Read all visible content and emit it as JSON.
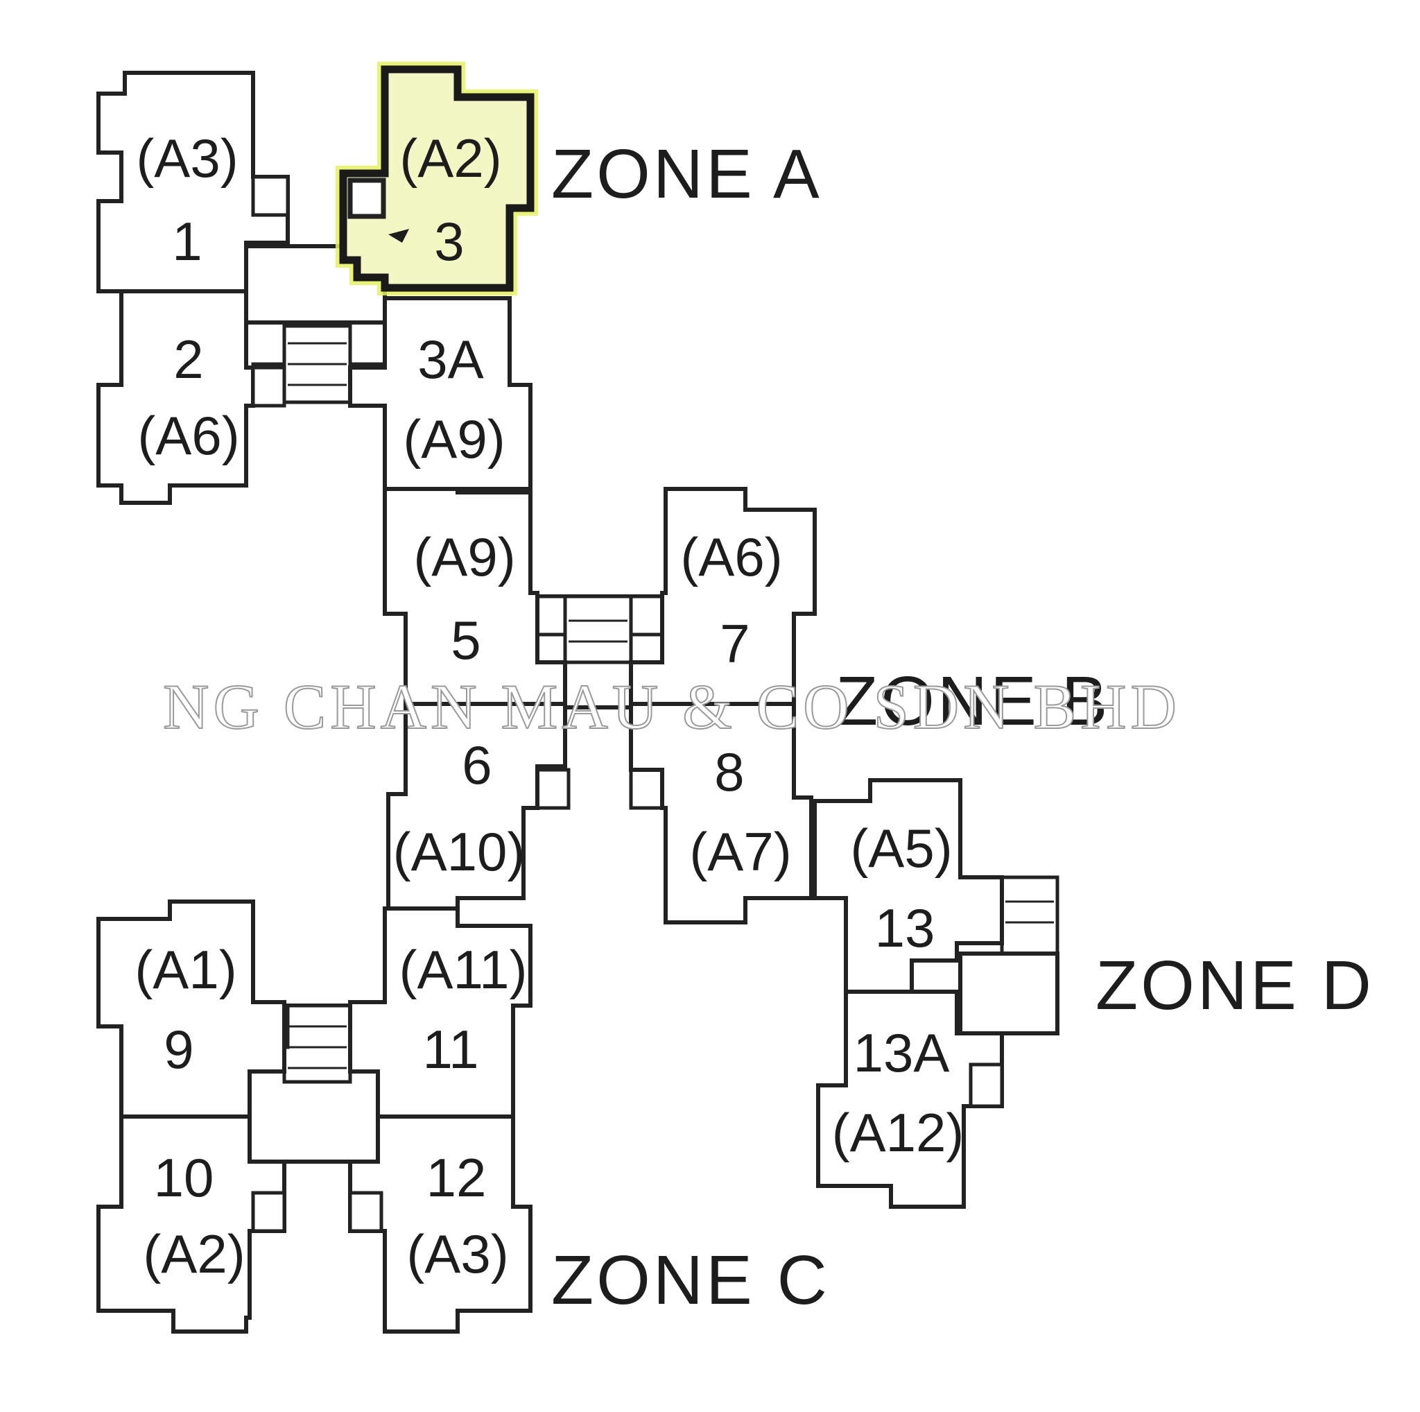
{
  "watermark": "NG CHAN MAU & CO SDN BHD",
  "zones": [
    {
      "id": "zone-a",
      "label": "ZONE A"
    },
    {
      "id": "zone-b",
      "label": "ZONE B"
    },
    {
      "id": "zone-c",
      "label": "ZONE C"
    },
    {
      "id": "zone-d",
      "label": "ZONE D"
    }
  ],
  "units": [
    {
      "id": "u1",
      "number": "1",
      "type": "(A3)",
      "zone": "ZONE A",
      "highlighted": false
    },
    {
      "id": "u3",
      "number": "3",
      "type": "(A2)",
      "zone": "ZONE A",
      "highlighted": true
    },
    {
      "id": "u2",
      "number": "2",
      "type": "(A6)",
      "zone": "ZONE A",
      "highlighted": false
    },
    {
      "id": "u3a",
      "number": "3A",
      "type": "(A9)",
      "zone": "ZONE A",
      "highlighted": false
    },
    {
      "id": "u5",
      "number": "5",
      "type": "(A9)",
      "zone": "ZONE B",
      "highlighted": false
    },
    {
      "id": "u7",
      "number": "7",
      "type": "(A6)",
      "zone": "ZONE B",
      "highlighted": false
    },
    {
      "id": "u6",
      "number": "6",
      "type": "(A10)",
      "zone": "ZONE B",
      "highlighted": false
    },
    {
      "id": "u8",
      "number": "8",
      "type": "(A7)",
      "zone": "ZONE B",
      "highlighted": false
    },
    {
      "id": "u13",
      "number": "13",
      "type": "(A5)",
      "zone": "ZONE D",
      "highlighted": false
    },
    {
      "id": "u13a",
      "number": "13A",
      "type": "(A12)",
      "zone": "ZONE D",
      "highlighted": false
    },
    {
      "id": "u9",
      "number": "9",
      "type": "(A1)",
      "zone": "ZONE C",
      "highlighted": false
    },
    {
      "id": "u11",
      "number": "11",
      "type": "(A11)",
      "zone": "ZONE C",
      "highlighted": false
    },
    {
      "id": "u10",
      "number": "10",
      "type": "(A2)",
      "zone": "ZONE C",
      "highlighted": false
    },
    {
      "id": "u12",
      "number": "12",
      "type": "(A3)",
      "zone": "ZONE C",
      "highlighted": false
    }
  ],
  "colors": {
    "highlight": "#e6f25a",
    "line": "#222222",
    "background": "#ffffff"
  }
}
